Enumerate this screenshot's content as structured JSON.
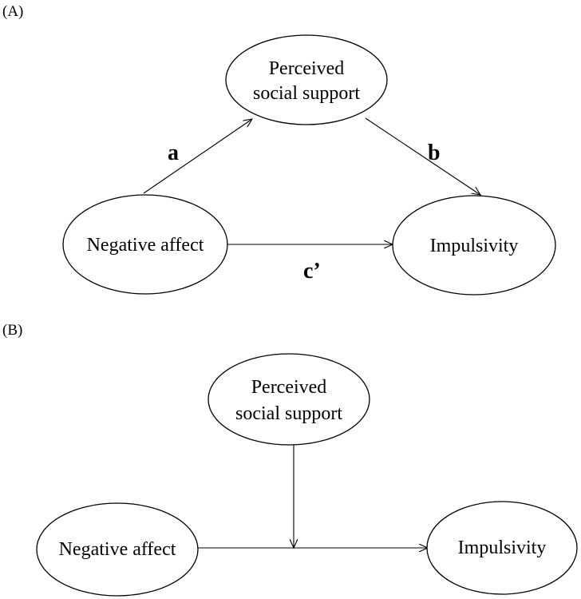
{
  "panel_a": {
    "label": "(A)",
    "mediator": {
      "line1": "Perceived",
      "line2": "social support"
    },
    "predictor": "Negative affect",
    "outcome": "Impulsivity",
    "path_a": "a",
    "path_b": "b",
    "path_c": "c’"
  },
  "panel_b": {
    "label": "(B)",
    "moderator": {
      "line1": "Perceived",
      "line2": "social support"
    },
    "predictor": "Negative affect",
    "outcome": "Impulsivity"
  },
  "colors": {
    "stroke": "#000000",
    "fill": "#ffffff"
  }
}
